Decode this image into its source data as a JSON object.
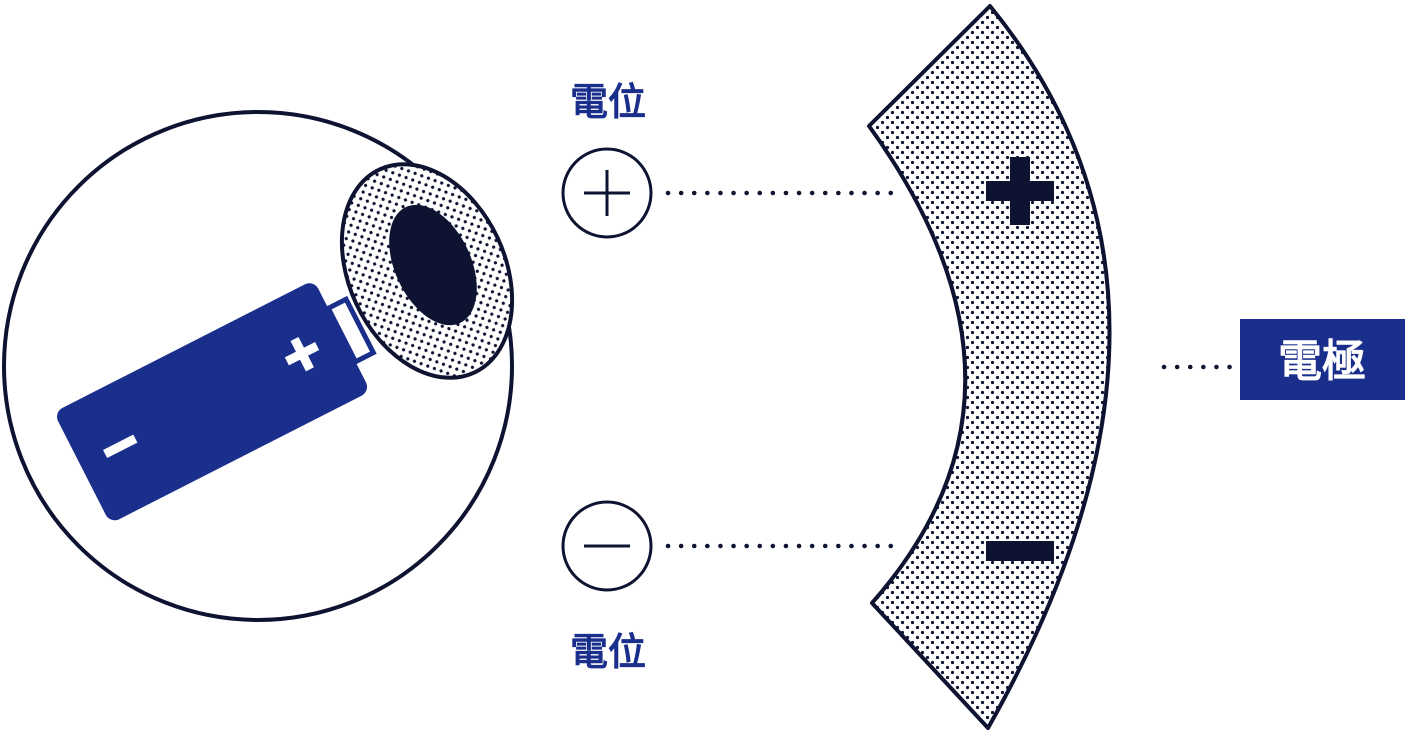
{
  "labels": {
    "potential_top": "電位",
    "potential_bottom": "電位",
    "electrode": "電極"
  },
  "colors": {
    "navy": "#1a2e8c",
    "outline": "#0d1330",
    "dots": "#0d1330",
    "white": "#ffffff"
  }
}
